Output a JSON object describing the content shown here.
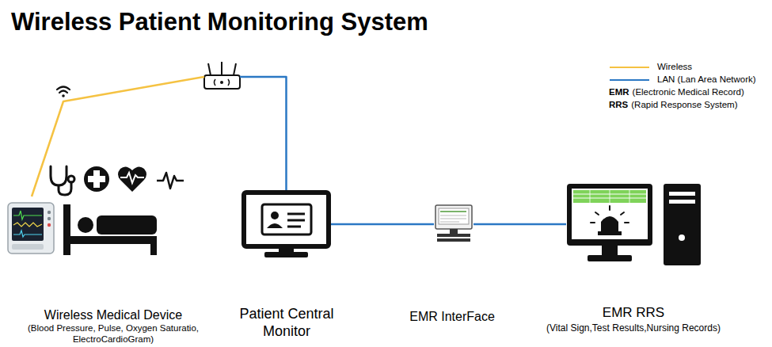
{
  "diagram": {
    "title": "Wireless Patient Monitoring System",
    "nodes": [
      {
        "text": [
          "Wireless Medical Device",
          "(Blood Pressure, Pulse, Oxygen Saturatio, ElectroCardioGram)"
        ]
      },
      {
        "text": [
          "Patient Central Monitor"
        ]
      },
      {
        "text": [
          "EMR InterFace"
        ]
      },
      {
        "text": [
          "EMR RRS",
          "(Vital Sign,Test Results,Nursing Records)"
        ]
      }
    ],
    "edges": [
      {
        "from": 0,
        "to": 1,
        "arrow": "none"
      },
      {
        "from": 1,
        "to": 2,
        "arrow": "none"
      },
      {
        "from": 2,
        "to": 3,
        "arrow": "none"
      }
    ],
    "labels": [
      "EMR",
      "(Electronic Medical Record)",
      "RRS",
      "(Rapid Response System)"
    ],
    "legend": [
      {
        "text": "Wireless"
      },
      {
        "text": "LAN (Lan Area Network)"
      }
    ]
  }
}
